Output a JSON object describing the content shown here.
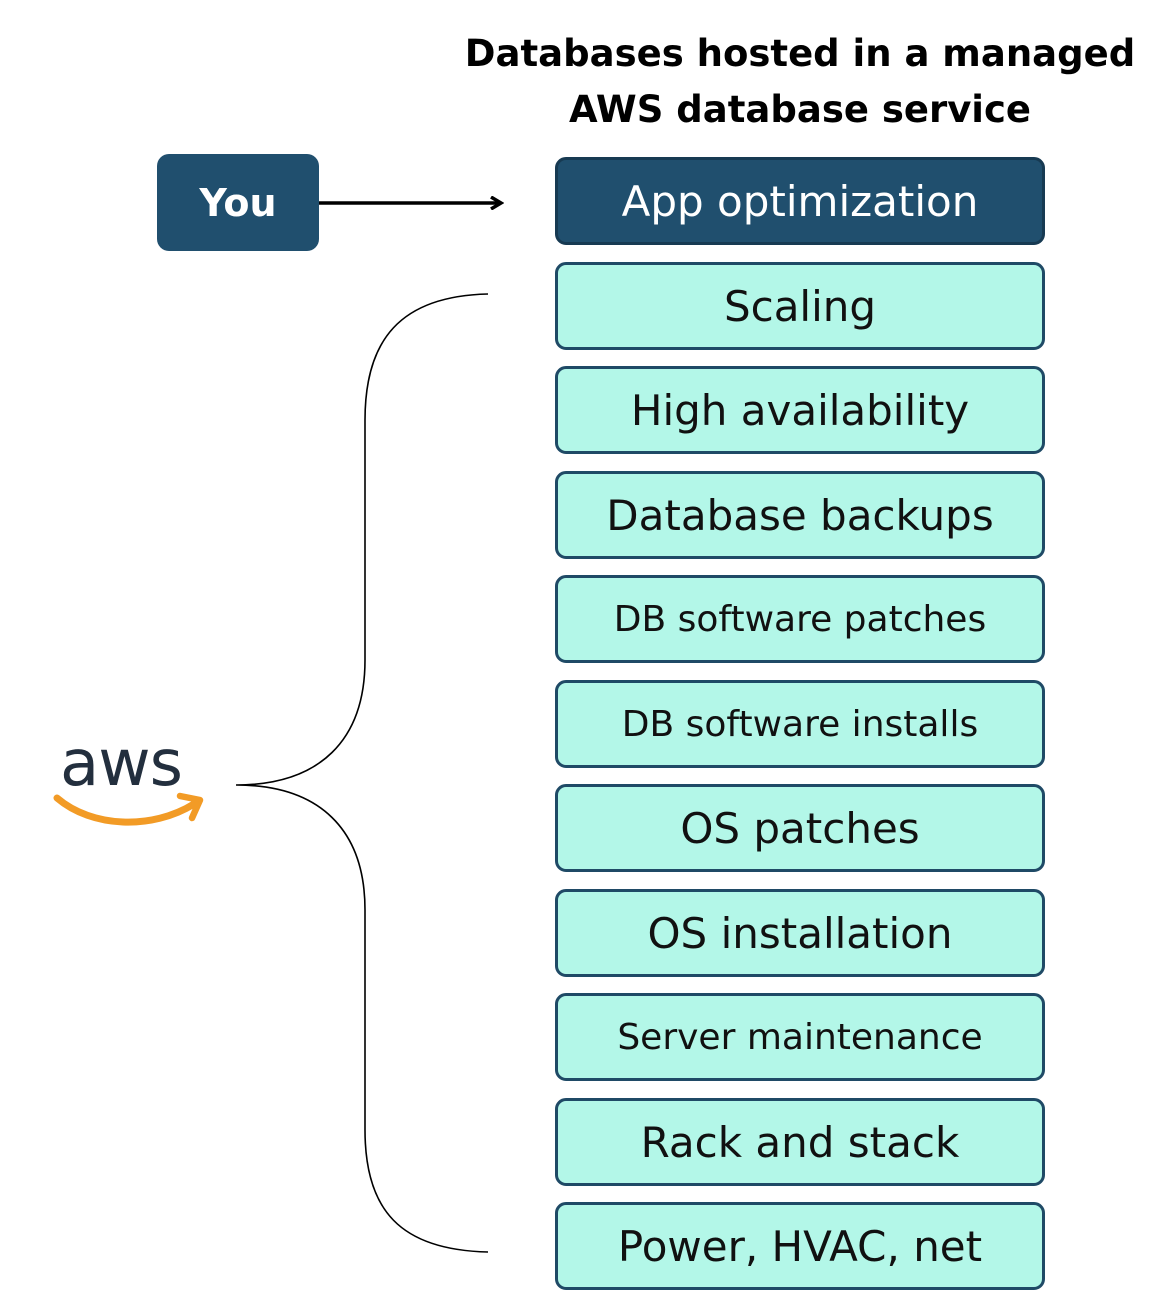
{
  "title": {
    "line1": "Databases hosted in a managed",
    "line2": "AWS database service"
  },
  "you": {
    "label": "You"
  },
  "stack": {
    "you_managed": [
      {
        "label": "App optimization"
      }
    ],
    "aws_managed": [
      {
        "label": "Scaling"
      },
      {
        "label": "High availability"
      },
      {
        "label": "Database backups"
      },
      {
        "label": "DB software patches"
      },
      {
        "label": "DB software installs"
      },
      {
        "label": "OS patches"
      },
      {
        "label": "OS installation"
      },
      {
        "label": "Server maintenance"
      },
      {
        "label": "Rack and stack"
      },
      {
        "label": "Power, HVAC, net"
      }
    ]
  },
  "aws_logo": {
    "text": "aws"
  },
  "colors": {
    "you_fill": "#204f6e",
    "aws_fill": "#b3f7e8",
    "aws_border": "#1f4a66",
    "logo_text": "#232f3e",
    "logo_smile": "#f29b26"
  }
}
